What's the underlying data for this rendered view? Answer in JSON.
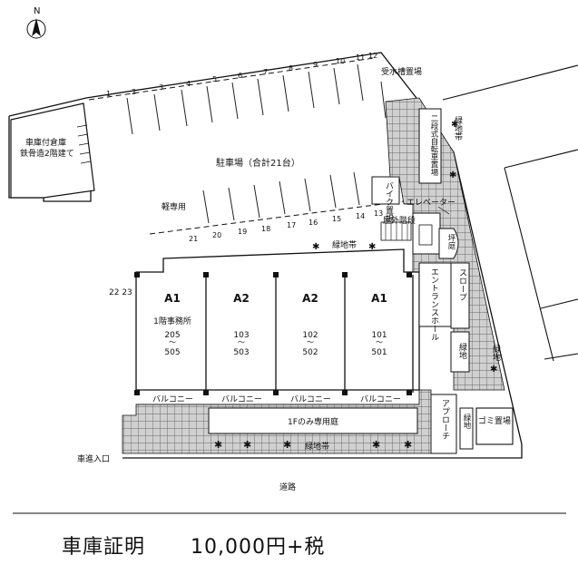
{
  "map": {
    "north_label": "N",
    "labels": {
      "garage": [
        "車庫付倉庫",
        "鉄骨造2階建て"
      ],
      "parking": "駐車場（合計21台）",
      "light_car_only": "軽専用",
      "bike_parking": "バイク置場",
      "water_tank": "受水槽置場",
      "greenbelt_top_right": "緑地帯",
      "bicycle_rack": "二段式自転車置場",
      "elevator": "エレベーター",
      "outdoor_stairs": "屋外階段",
      "greenbelt_mid": "緑地帯",
      "tsubo_garden": "坪庭",
      "entrance_hall": "エントランスホール",
      "slope": "スロープ",
      "green_area_1": "緑地",
      "green_area_2": "緑地",
      "green_area_3": "緑地",
      "approach": "アプローチ",
      "garbage": "ゴミ置場",
      "private_garden": "1Fのみ専用庭",
      "greenbelt_bottom": "緑地帯",
      "car_entrance": "車進入口",
      "road": "道路"
    },
    "units": [
      {
        "type": "A1",
        "lines": [
          "1階事務所",
          "205",
          "〜",
          "505"
        ]
      },
      {
        "type": "A2",
        "lines": [
          "103",
          "〜",
          "503"
        ]
      },
      {
        "type": "A2",
        "lines": [
          "102",
          "〜",
          "502"
        ]
      },
      {
        "type": "A1",
        "lines": [
          "101",
          "〜",
          "501"
        ]
      }
    ],
    "balcony_label": "バルコニー",
    "handwritten_top": [
      "1",
      "2",
      "3",
      "4",
      "5",
      "6",
      "7",
      "8",
      "9",
      "10",
      "11",
      "12"
    ],
    "handwritten_bottom": [
      "21",
      "20",
      "19",
      "18",
      "17",
      "16",
      "15",
      "14",
      "13"
    ],
    "handwritten_left": "22 23"
  },
  "caption": {
    "title": "車庫証明",
    "price": "10,000円+税"
  }
}
